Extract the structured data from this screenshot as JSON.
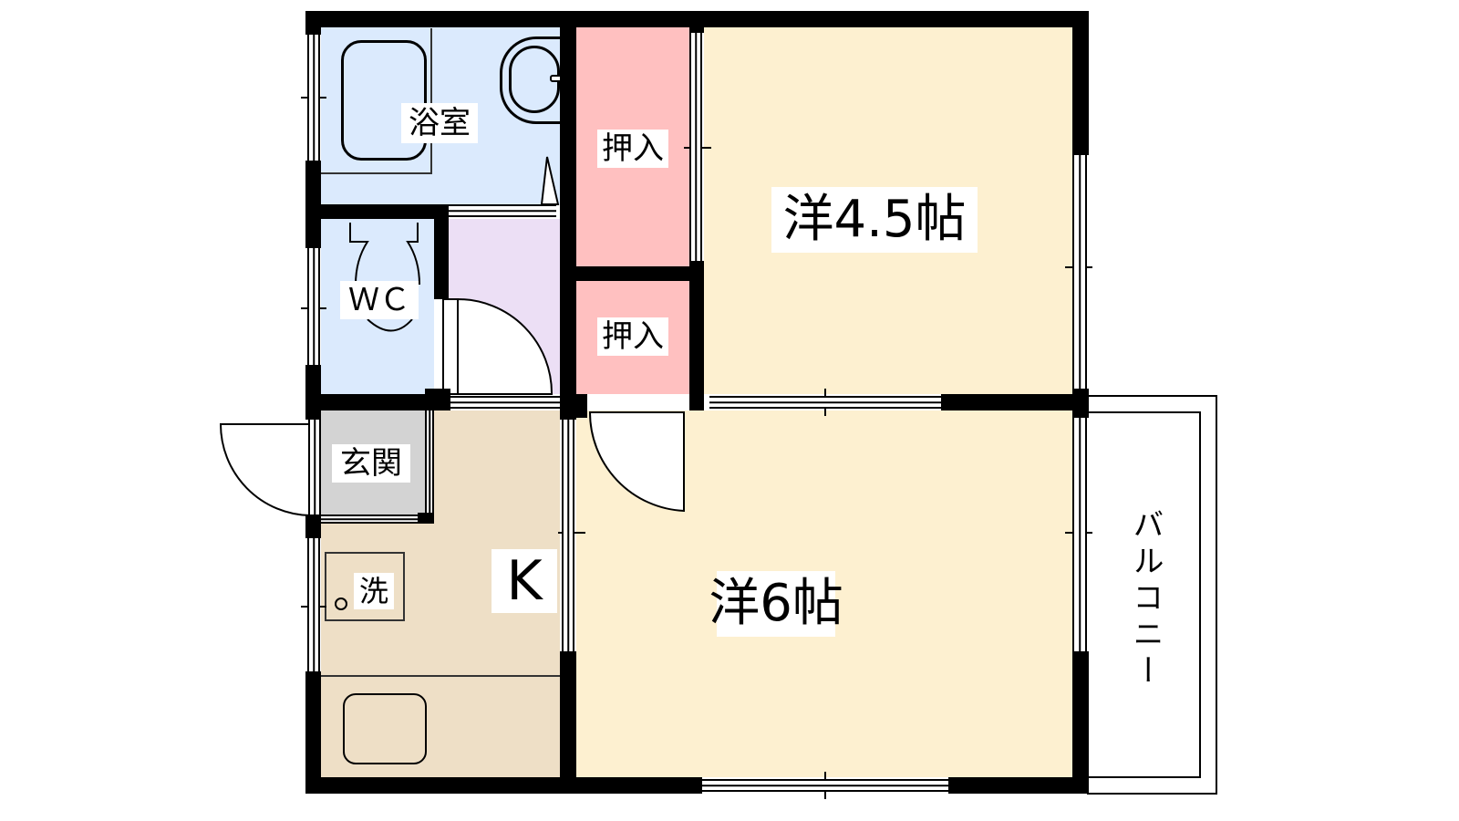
{
  "floorplan": {
    "type": "1K apartment floor plan",
    "colors": {
      "bath_wc": "#dbeafd",
      "closet": "#ffc0c0",
      "hall": "#ecdff5",
      "genkan": "#d3d3d3",
      "kitchen": "#eedfc6",
      "western_room": "#fdf0d0",
      "wall": "#000000",
      "label_bg": "#ffffff"
    },
    "rooms": {
      "bathroom": {
        "label": "浴室"
      },
      "wc": {
        "label": "ＷＣ"
      },
      "closet_upper": {
        "label": "押入"
      },
      "closet_lower": {
        "label": "押入"
      },
      "western_room_small": {
        "label": "洋4.5帖",
        "size_jo": 4.5
      },
      "western_room_large": {
        "label": "洋6帖",
        "size_jo": 6
      },
      "entrance": {
        "label": "玄関"
      },
      "washer": {
        "label": "洗"
      },
      "kitchen": {
        "label": "K"
      },
      "balcony": {
        "label": "バルコニー"
      }
    }
  }
}
